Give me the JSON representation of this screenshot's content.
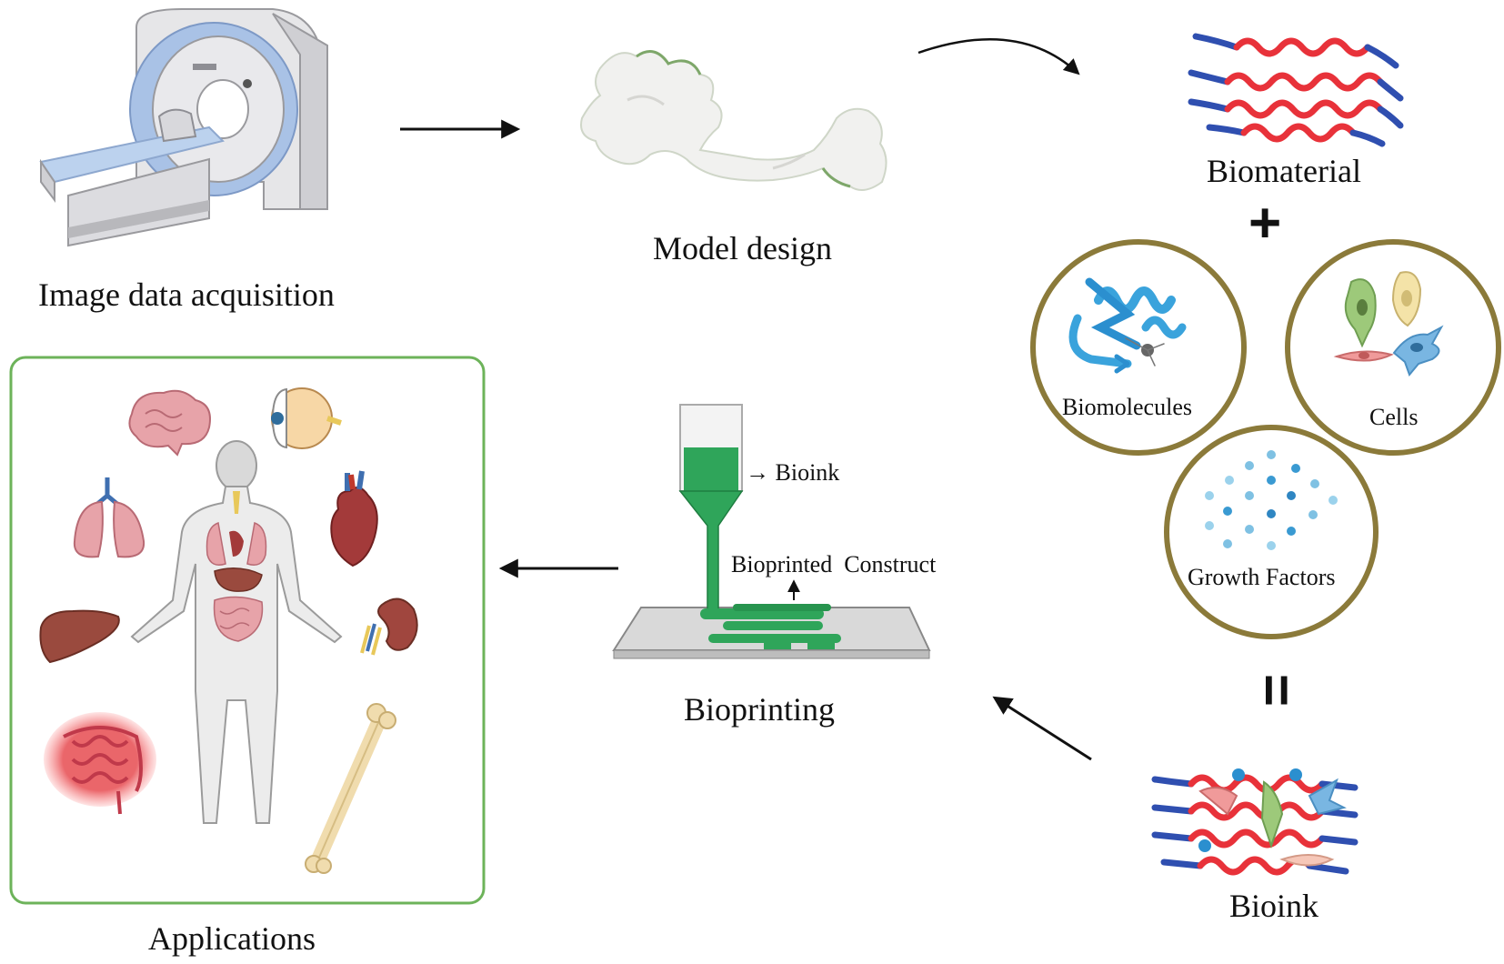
{
  "labels": {
    "image_acquisition": "Image data acquisition",
    "model_design": "Model design",
    "biomaterial": "Biomaterial",
    "biomolecules": "Biomolecules",
    "cells": "Cells",
    "growth_factors": "Growth Factors",
    "bioink_bottom": "Bioink",
    "bioprinting": "Bioprinting",
    "bioink_pointer": "→ Bioink",
    "bioprinted_construct": "Bioprinted  Construct",
    "applications": "Applications"
  },
  "symbols": {
    "plus": "+",
    "equals": "="
  },
  "colors": {
    "circle_border": "#8b7a3a",
    "applications_border": "#6db35a",
    "bioink_green": "#2fa55a",
    "fiber_red": "#e8323a",
    "fiber_blue": "#2f4fb0"
  }
}
